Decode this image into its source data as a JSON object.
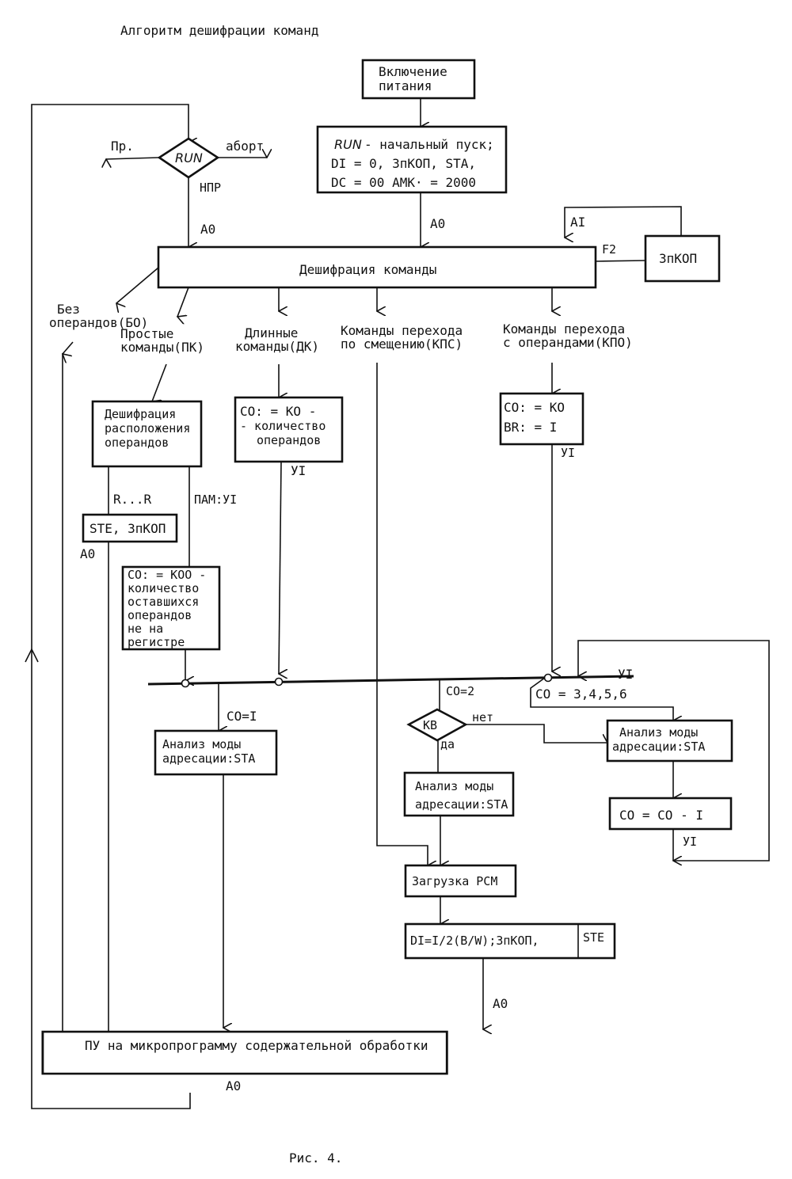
{
  "title": "Алгоритм дешифрации команд",
  "caption": "Рис. 4.",
  "nodes": {
    "power_on": [
      "Включение",
      "питания"
    ],
    "run_decision": "RUN",
    "init": [
      "RUN",
      " - начальный пуск;",
      "DI = 0, ЗпКОП, STA,",
      "DC = 00  АМК· = 2000"
    ],
    "decode_command": "Дешифрация команды",
    "zpkop": "ЗпКОП",
    "operand_location": [
      "Дешифрация",
      "расположения",
      "операндов"
    ],
    "long_co": [
      "CO: = КО -",
      "- количество",
      "операндов"
    ],
    "jump_co": [
      "CO: = КО",
      "BR: = I"
    ],
    "ste_zpkop": "STE, ЗпКОП",
    "co_koo": [
      "CO: = КОО -",
      "количество",
      "оставшихся",
      "операндов",
      "не на",
      "регистре"
    ],
    "mode_analysis_1": [
      "Анализ моды",
      "адресации:STA"
    ],
    "kv_decision": "КВ",
    "mode_analysis_2": [
      "Анализ моды",
      "адресации:STA"
    ],
    "mode_analysis_3": [
      "Анализ моды",
      "адресации:STA"
    ],
    "co_decrement": "CO = CO - I",
    "load_rsm": "Загрузка РСМ",
    "di_set": "DI=I/2(B/W);ЗпКОП,",
    "di_ste": "STE",
    "final": "ПУ на микропрограмму содержательной обработки"
  },
  "labels": {
    "pr": "Пр.",
    "abort": "абopт",
    "npr": "НПР",
    "a0_run": "A0",
    "a0_init": "A0",
    "a1": "AI",
    "f2": "F2",
    "no_operands": [
      "Без",
      "операндов(БО)"
    ],
    "simple": [
      "Простые",
      "команды(ПК)"
    ],
    "long": [
      "Длинные",
      "команды(ДК)"
    ],
    "jump_offset": [
      "Команды перехода",
      "по смещению(КПС)"
    ],
    "jump_operands": [
      "Команды перехода",
      "с операндами(КПО)"
    ],
    "r_r": "R...R",
    "pam_y1": "ПАМ:УI",
    "a0_ste": "A0",
    "y1_long": "УI",
    "y1_jump": "УI",
    "y1_bus": "УI",
    "co_eq_1": "CO=I",
    "co_eq_2": "CO=2",
    "co_eq_3456": "CO = 3,4,5,6",
    "no": "нет",
    "yes": "да",
    "y1_dec": "УI",
    "a0_di": "A0",
    "a0_final": "A0"
  }
}
